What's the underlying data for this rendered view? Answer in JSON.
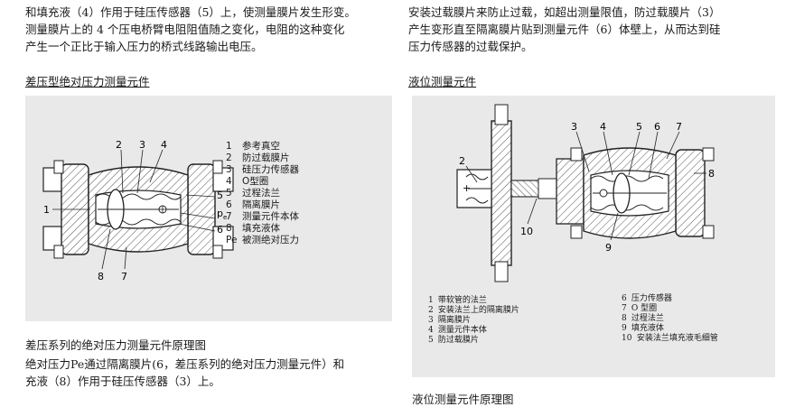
{
  "left": {
    "intro_line1": "和填充液（4）作用于硅压传感器（5）上，使测量膜片发生形变。",
    "intro_line2": "测量膜片上的 4 个压电桥臂电阻阻值随之变化，电阻的这种变化",
    "intro_line3": "产生一个正比于输入压力的桥式线路输出电压。",
    "heading": "差压型绝对压力测量元件",
    "figure_labels": {
      "l1": "1",
      "l2": "2",
      "l3": "3",
      "l4": "4",
      "l5": "5",
      "l6": "6",
      "l7": "7",
      "l8": "8",
      "lp": "p",
      "lp_sub": "e"
    },
    "legend": [
      {
        "num": "1",
        "text": "参考真空"
      },
      {
        "num": "2",
        "text": "防过载膜片"
      },
      {
        "num": "3",
        "text": "硅压力传感器"
      },
      {
        "num": "4",
        "text": "O型圈"
      },
      {
        "num": "5",
        "text": "过程法兰"
      },
      {
        "num": "6",
        "text": "隔离膜片"
      },
      {
        "num": "7",
        "text": "测量元件本体"
      },
      {
        "num": "8",
        "text": "填充液体"
      },
      {
        "num": "Pe",
        "text": "被测绝对压力"
      }
    ],
    "caption": "差压系列的绝对压力测量元件原理图",
    "body_line1": "绝对压力Pe通过隔离膜片(6，差压系列的绝对压力测量元件）和",
    "body_line2": "充液（8）作用于硅压传感器（3）上。"
  },
  "right": {
    "intro_line1": "安装过载膜片来防止过载，如超出测量限值，防过载膜片（3）",
    "intro_line2": "产生变形直至隔离膜片贴到测量元件（6）体壁上，从而达到硅",
    "intro_line3": "压力传感器的过载保护。",
    "heading": "液位测量元件",
    "figure_labels": {
      "r2": "2",
      "r3": "3",
      "r4": "4",
      "r5": "5",
      "r6": "6",
      "r7": "7",
      "r8": "8",
      "r9": "9",
      "r10": "10",
      "rplus": "+"
    },
    "legend_left": [
      {
        "num": "1",
        "text": "带软管的法兰"
      },
      {
        "num": "2",
        "text": "安装法兰上的隔离膜片"
      },
      {
        "num": "3",
        "text": "隔离膜片"
      },
      {
        "num": "4",
        "text": "测量元件本体"
      },
      {
        "num": "5",
        "text": "防过载膜片"
      }
    ],
    "legend_right": [
      {
        "num": "6",
        "text": "压力传感器"
      },
      {
        "num": "7",
        "text": "O 型圈"
      },
      {
        "num": "8",
        "text": "过程法兰"
      },
      {
        "num": "9",
        "text": "填充液体"
      },
      {
        "num": "10",
        "text": "安装法兰填充液毛细管"
      }
    ],
    "caption": "液位测量元件原理图"
  }
}
